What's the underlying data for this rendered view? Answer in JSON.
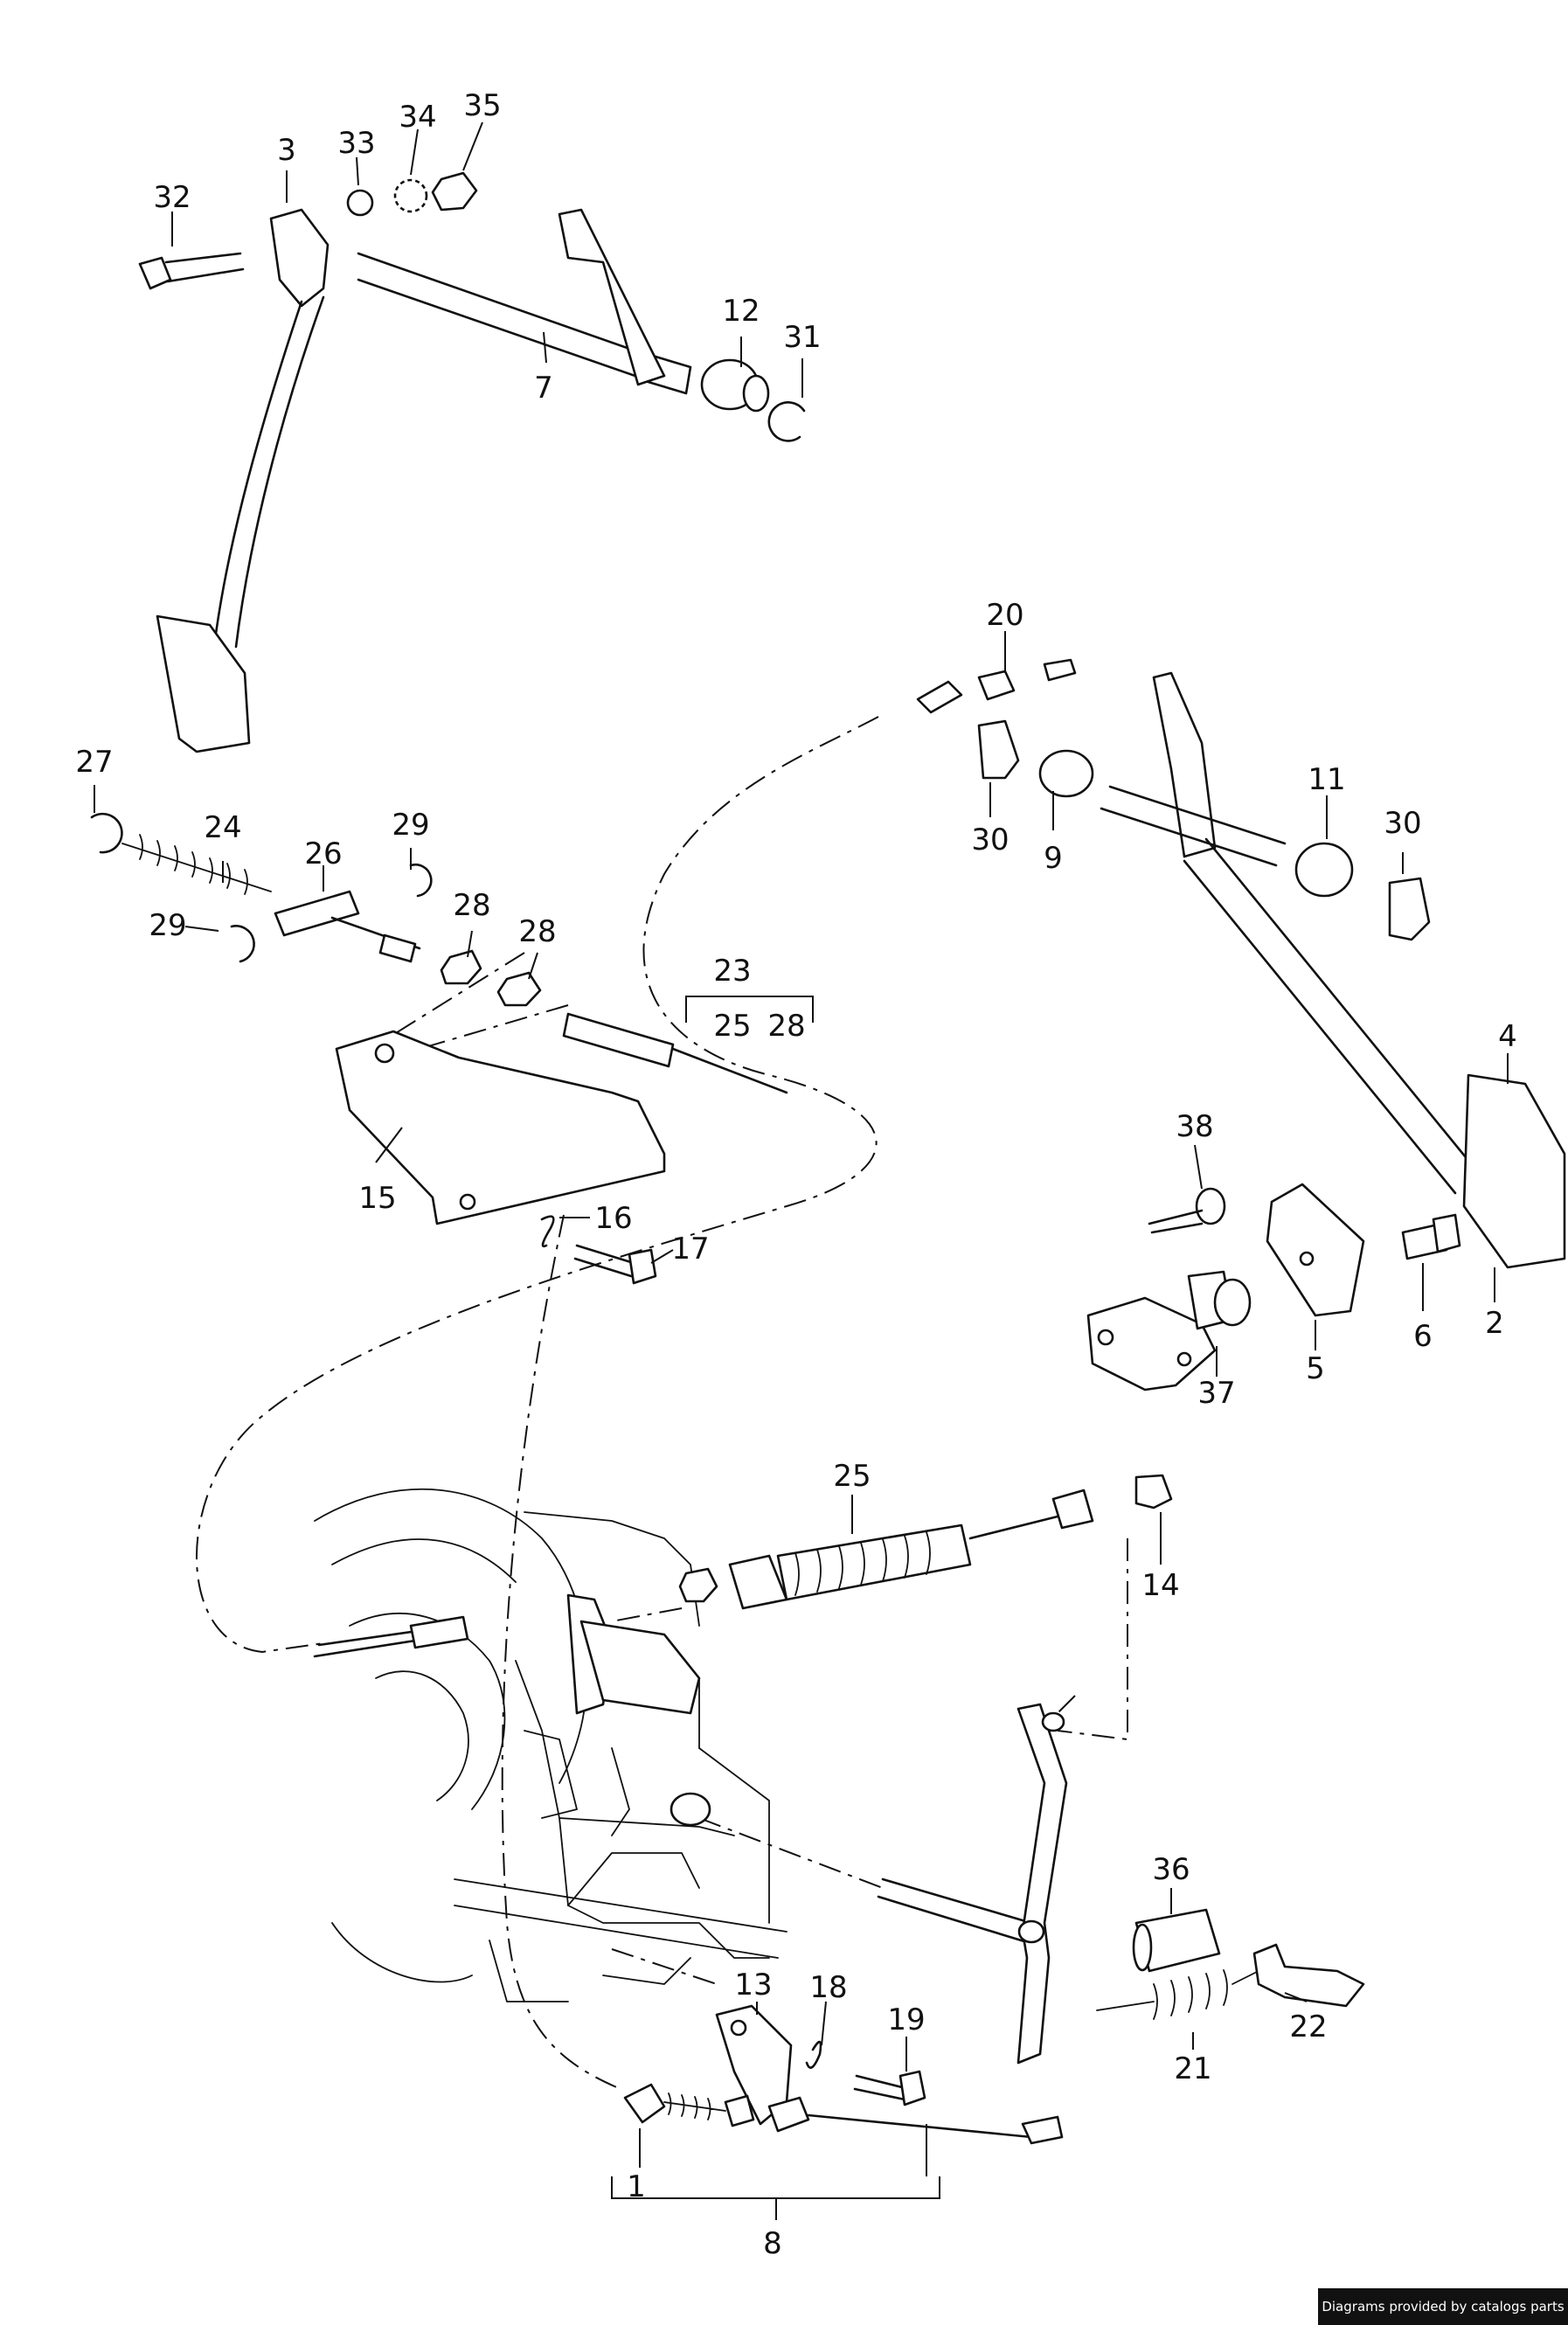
{
  "diagram": {
    "callouts": [
      {
        "id": "c32",
        "text": "32"
      },
      {
        "id": "c3",
        "text": "3"
      },
      {
        "id": "c33",
        "text": "33"
      },
      {
        "id": "c34",
        "text": "34"
      },
      {
        "id": "c35",
        "text": "35"
      },
      {
        "id": "c7",
        "text": "7"
      },
      {
        "id": "c12",
        "text": "12"
      },
      {
        "id": "c31",
        "text": "31"
      },
      {
        "id": "c20",
        "text": "20"
      },
      {
        "id": "c30a",
        "text": "30"
      },
      {
        "id": "c9",
        "text": "9"
      },
      {
        "id": "c11",
        "text": "11"
      },
      {
        "id": "c30b",
        "text": "30"
      },
      {
        "id": "c27",
        "text": "27"
      },
      {
        "id": "c24",
        "text": "24"
      },
      {
        "id": "c26",
        "text": "26"
      },
      {
        "id": "c29a",
        "text": "29"
      },
      {
        "id": "c29b",
        "text": "29"
      },
      {
        "id": "c28a",
        "text": "28"
      },
      {
        "id": "c28b",
        "text": "28"
      },
      {
        "id": "c23",
        "text": "23"
      },
      {
        "id": "c25a",
        "text": "25"
      },
      {
        "id": "c28c",
        "text": "28"
      },
      {
        "id": "c4",
        "text": "4"
      },
      {
        "id": "c38",
        "text": "38"
      },
      {
        "id": "c15",
        "text": "15"
      },
      {
        "id": "c16",
        "text": "16"
      },
      {
        "id": "c17",
        "text": "17"
      },
      {
        "id": "c6",
        "text": "6"
      },
      {
        "id": "c2",
        "text": "2"
      },
      {
        "id": "c5",
        "text": "5"
      },
      {
        "id": "c37",
        "text": "37"
      },
      {
        "id": "c25b",
        "text": "25"
      },
      {
        "id": "c14",
        "text": "14"
      },
      {
        "id": "c36",
        "text": "36"
      },
      {
        "id": "c13",
        "text": "13"
      },
      {
        "id": "c18",
        "text": "18"
      },
      {
        "id": "c19",
        "text": "19"
      },
      {
        "id": "c22",
        "text": "22"
      },
      {
        "id": "c21",
        "text": "21"
      },
      {
        "id": "c1",
        "text": "1"
      },
      {
        "id": "c8",
        "text": "8"
      }
    ]
  },
  "footer": {
    "credit": "Diagrams provided by catalogs parts"
  }
}
